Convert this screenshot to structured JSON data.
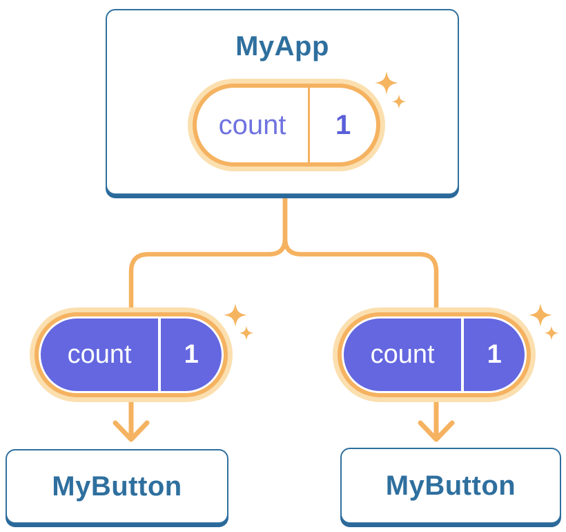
{
  "diagram": {
    "type": "react-component-tree",
    "root": {
      "label": "MyApp",
      "state_pill": {
        "name": "count",
        "value": "1"
      }
    },
    "children": [
      {
        "label": "MyButton",
        "prop_pill": {
          "name": "count",
          "value": "1"
        }
      },
      {
        "label": "MyButton",
        "prop_pill": {
          "name": "count",
          "value": "1"
        }
      }
    ],
    "icons": [
      "sparkle-icon",
      "sparkle-icon",
      "sparkle-icon"
    ],
    "colors": {
      "card_border_blue": "#2E6F9E",
      "card_shadow_blue": "#2A699A",
      "title_blue": "#2E6F9E",
      "connector_orange": "#F5B260",
      "pill_halo_orange": "#FBDFAF",
      "sparkle_orange": "#F5B45F",
      "prop_pill_purple": "#6467E0",
      "state_name_indigo": "#6E72E0",
      "state_value_indigo": "#5A5FD8",
      "card_background": "#FFFFFF"
    }
  }
}
